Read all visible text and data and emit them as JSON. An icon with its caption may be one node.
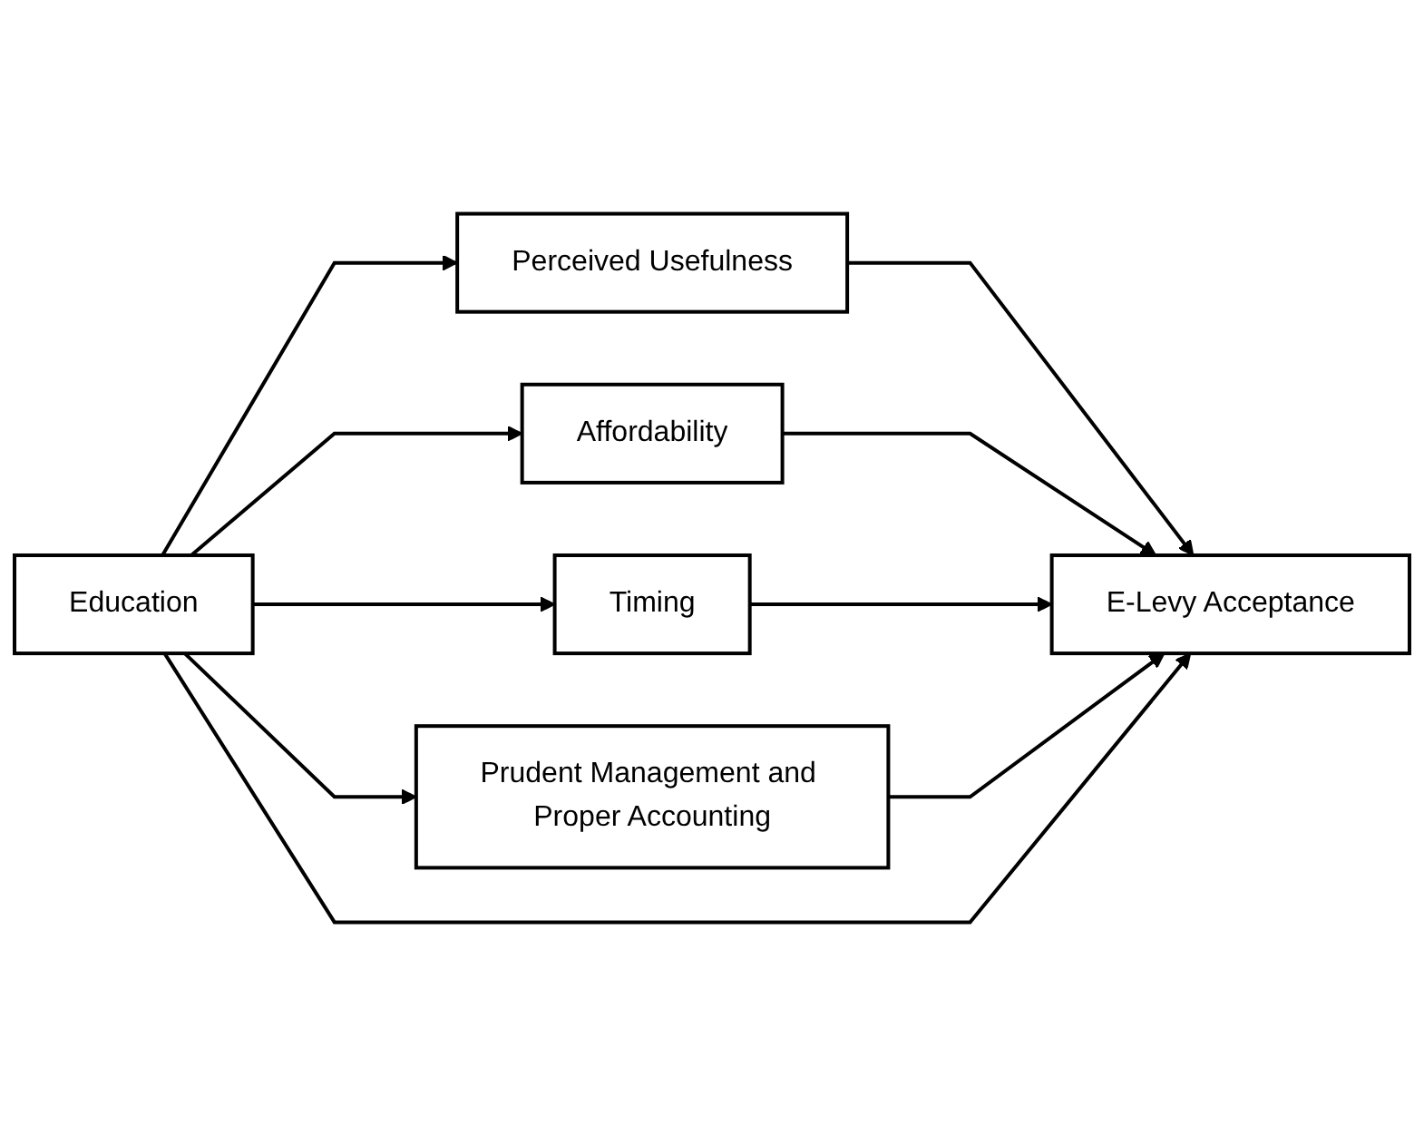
{
  "diagram": {
    "nodes": [
      {
        "text": [
          "Perceived Usefulness"
        ]
      },
      {
        "text": [
          "Affordability"
        ]
      },
      {
        "text": [
          "Timing"
        ]
      },
      {
        "text": [
          "Prudent Management and Proper Accounting"
        ]
      },
      {
        "text": [
          "Education"
        ]
      },
      {
        "text": [
          "E-Levy Acceptance"
        ]
      }
    ],
    "edges": [
      {
        "from": 4,
        "to": 0,
        "arrow": "to"
      },
      {
        "from": 4,
        "to": 1,
        "arrow": "to"
      },
      {
        "from": 4,
        "to": 2,
        "arrow": "to"
      },
      {
        "from": 4,
        "to": 3,
        "arrow": "to"
      },
      {
        "from": 0,
        "to": 5,
        "arrow": "to"
      },
      {
        "from": 1,
        "to": 5,
        "arrow": "to"
      },
      {
        "from": 2,
        "to": 5,
        "arrow": "to"
      },
      {
        "from": 3,
        "to": 5,
        "arrow": "to"
      },
      {
        "from": 4,
        "to": 5,
        "arrow": "to"
      }
    ]
  }
}
